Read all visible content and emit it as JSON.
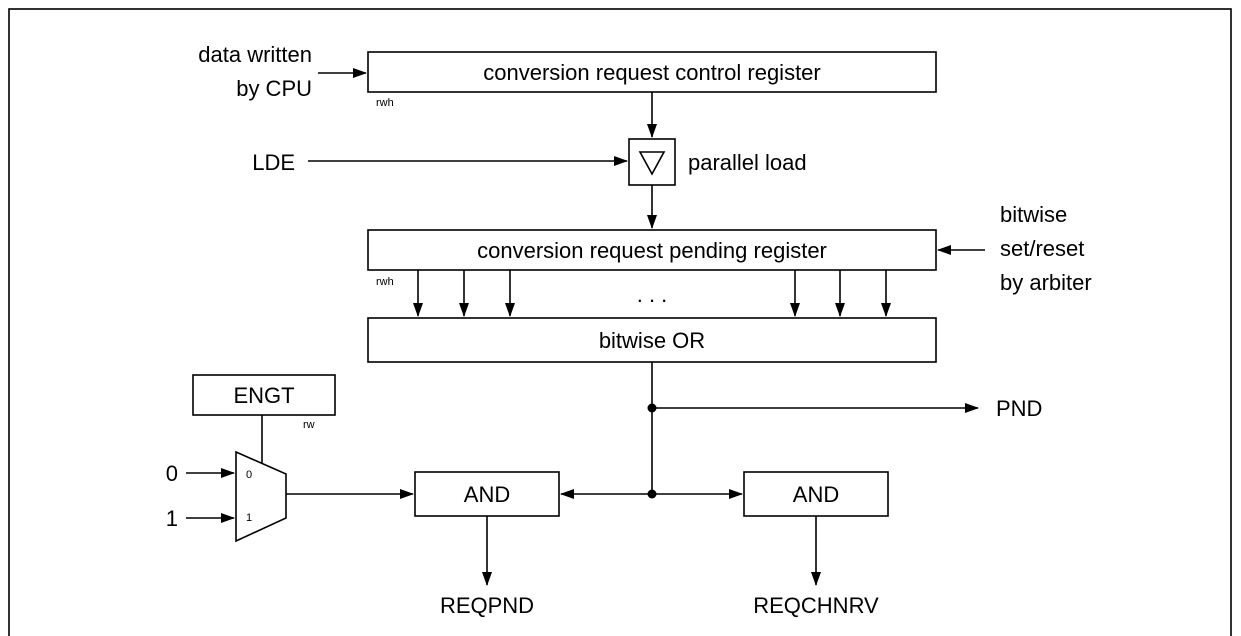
{
  "labels": {
    "data_written_line1": "data written",
    "data_written_line2": "by CPU",
    "control_register": "conversion request control register",
    "control_register_access": "rwh",
    "lde": "LDE",
    "parallel_load": "parallel load",
    "pending_register": "conversion request pending register",
    "pending_register_access": "rwh",
    "arbiter_line1": "bitwise",
    "arbiter_line2": "set/reset",
    "arbiter_line3": "by arbiter",
    "ellipsis": ". . .",
    "bitwise_or": "bitwise OR",
    "engt": "ENGT",
    "engt_access": "rw",
    "mux_input_0": "0",
    "mux_input_1": "1",
    "mux_port_0": "0",
    "mux_port_1": "1",
    "pnd": "PND",
    "and_left": "AND",
    "and_right": "AND",
    "reqpnd": "REQPND",
    "reqchnrv": "REQCHNRV"
  }
}
